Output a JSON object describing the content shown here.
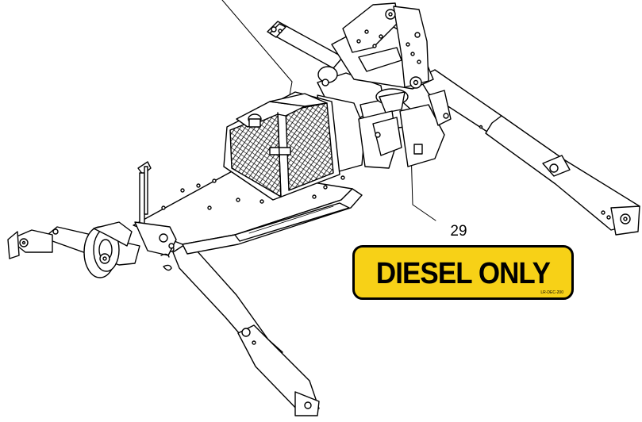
{
  "diagram": {
    "callout_number": "29",
    "decal": {
      "text": "DIESEL ONLY",
      "code": "LR-DEC-200",
      "background_color": "#f7d117",
      "text_color": "#000000"
    }
  }
}
